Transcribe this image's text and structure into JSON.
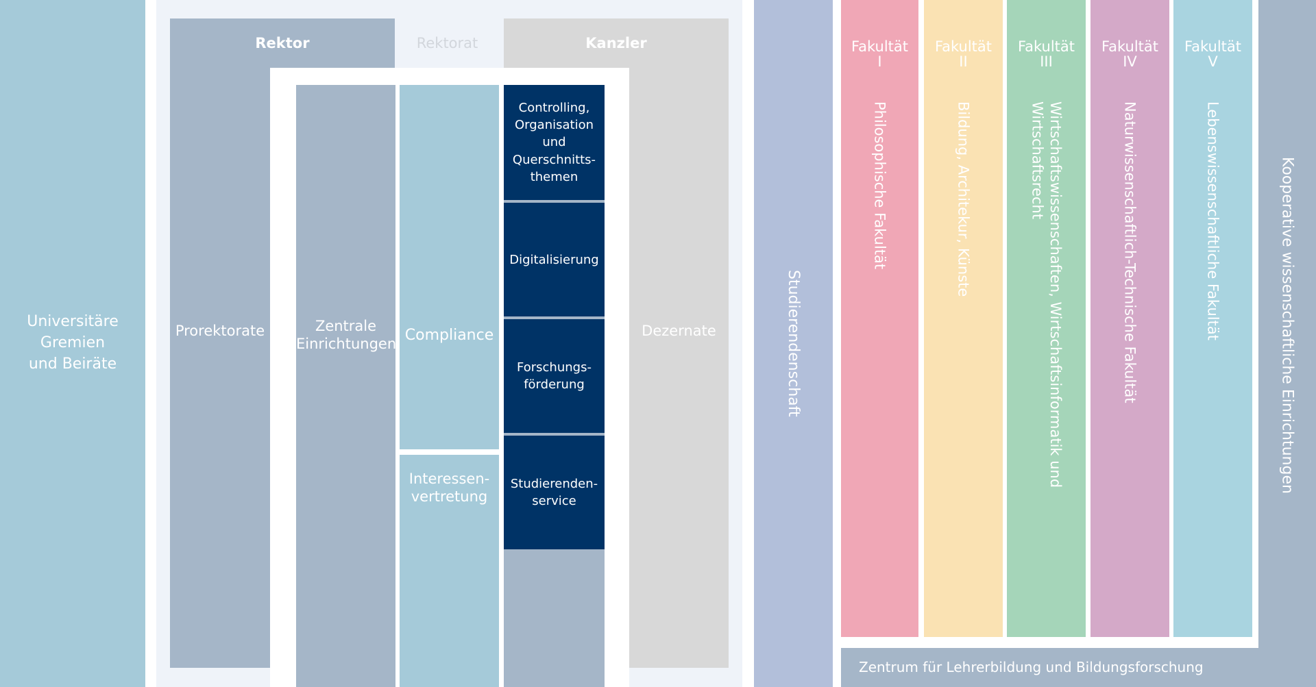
{
  "gremien": "Universitäre\nGremien\nund Beiräte",
  "rektorat": {
    "title": "Rektorat",
    "rektor": "Rektor",
    "kanzler": "Kanzler",
    "prorektorate": "Prorektorate",
    "zentrale": "Zentrale\nEinrichtungen",
    "compliance": "Compliance",
    "interessen": "Interessen-\nvertretung",
    "stabsstellen": [
      "Controlling,\nOrganisation\nund\nQuerschnitts-\nthemen",
      "Digitalisierung",
      "Forschungs-\nförderung",
      "Studierenden-\nservice"
    ],
    "dezernate": "Dezernate"
  },
  "studierendenschaft": "Studierendenschaft",
  "fakultaeten": [
    {
      "label": "Fakultät\nI",
      "name": "Philosophische Fakultät"
    },
    {
      "label": "Fakultät\nII",
      "name": "Bildung, Architekur, Künste"
    },
    {
      "label": "Fakultät\nIII",
      "name": "Wirtschaftswissenschaften, Wirtschaftsinformatik und\nWirtschaftsrecht"
    },
    {
      "label": "Fakultät\nIV",
      "name": "Naturwissenschaftlich-Technische Fakultät"
    },
    {
      "label": "Fakultät\nV",
      "name": "Lebenswissenschaftliche Fakultät"
    }
  ],
  "kooperativ": "Kooperative wissenschaftliche Einrichtungen",
  "zentrum": "Zentrum für Lehrerbildung und Bildungsforschung",
  "colors": {
    "light_blue": "#a5cad9",
    "grey_blue": "#a5b6c8",
    "light_grey": "#d8d8d8",
    "panel_bg": "#eff3f9",
    "navy": "#003366",
    "lavender": "#b2bfda",
    "pink": "#f0a7b6",
    "peach": "#fae2b3",
    "green": "#a5d5b9",
    "mauve": "#d4a9c8",
    "cyan": "#a9d4e0"
  }
}
